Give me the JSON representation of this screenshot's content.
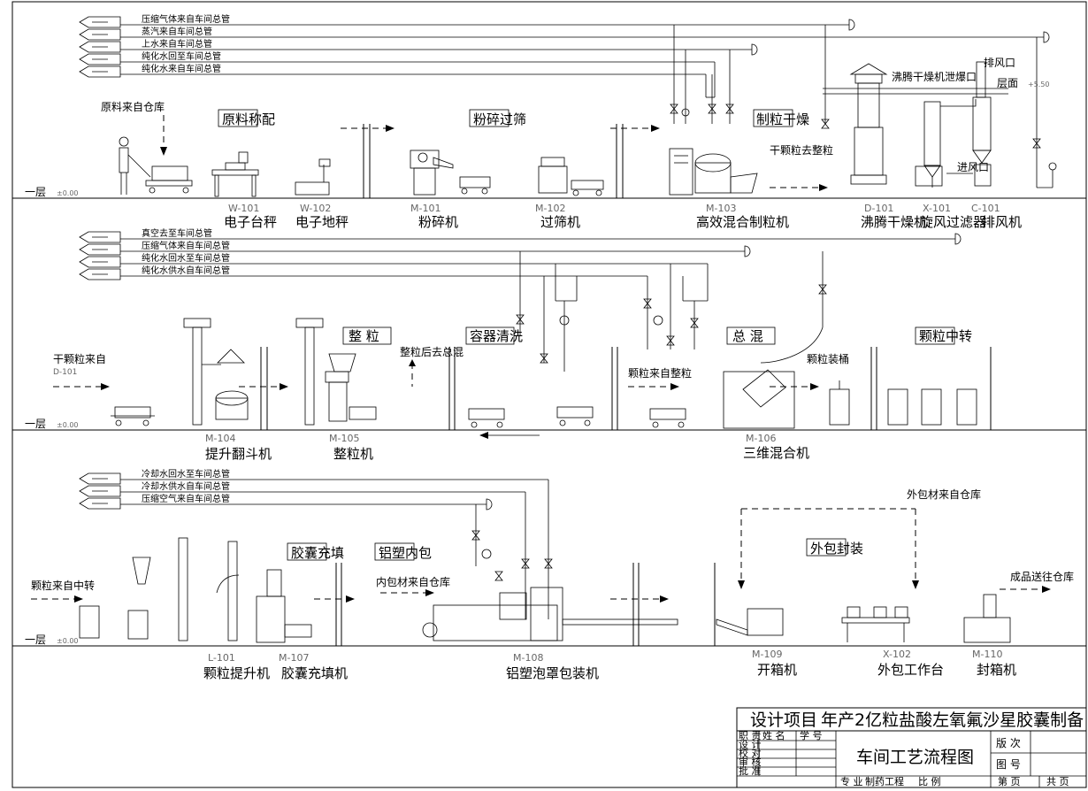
{
  "floor_label": "一层",
  "floor_elev": "±0.00",
  "roof": {
    "label": "层面",
    "elev": "+5.50"
  },
  "utility_lines": {
    "row1": [
      "压缩气体来自车间总管",
      "蒸汽来自车间总管",
      "上水来自车间总管",
      "纯化水回至车间总管",
      "纯化水来自车间总管"
    ],
    "row2": [
      "真空去至车间总管",
      "压缩气体来自车间总管",
      "纯化水回水至车间总管",
      "纯化水供水自车间总管"
    ],
    "row3": [
      "冷却水回水至车间总管",
      "冷却水供水自车间总管",
      "压缩空气来自车间总管"
    ]
  },
  "sections": {
    "yuanliao": "原料称配",
    "fensui": "粉碎过筛",
    "zhili": "制粒干燥",
    "zhengli": "整  粒",
    "rongqi": "容器清洗",
    "zonghun": "总  混",
    "zhongzhuan": "颗粒中转",
    "jiaonang": "胶囊充填",
    "lvsu": "铝塑内包",
    "waibao": "外包封装"
  },
  "notes": {
    "raw_from_store": "原料来自仓库",
    "vent_top": "排风口",
    "dryer_vent": "沸腾干燥机泄爆口",
    "dry_granule_out": "干颗粒去整粒",
    "air_in": "进风口",
    "dry_granule_from": "干颗粒来自",
    "dry_granule_code": "D-101",
    "to_mix": "整粒后去总混",
    "granule_from_zl": "颗粒来自整粒",
    "granule_bucket": "颗粒装桶",
    "granule_from_zz": "颗粒来自中转",
    "inner_pack_from": "内包材来自仓库",
    "outer_pack_from": "外包材来自仓库",
    "product_to": "成品送往仓库"
  },
  "equipment": {
    "row1": [
      {
        "code": "W-101",
        "name": "电子台秤"
      },
      {
        "code": "W-102",
        "name": "电子地秤"
      },
      {
        "code": "M-101",
        "name": "粉碎机"
      },
      {
        "code": "M-102",
        "name": "过筛机"
      },
      {
        "code": "M-103",
        "name": "高效混合制粒机"
      },
      {
        "code": "D-101",
        "name": "沸腾干燥机"
      },
      {
        "code": "X-101",
        "name": "旋风过滤器"
      },
      {
        "code": "C-101",
        "name": "排风机"
      }
    ],
    "row2": [
      {
        "code": "M-104",
        "name": "提升翻斗机"
      },
      {
        "code": "M-105",
        "name": "整粒机"
      },
      {
        "code": "M-106",
        "name": "三维混合机"
      }
    ],
    "row3": [
      {
        "code": "L-101",
        "name": "颗粒提升机"
      },
      {
        "code": "M-107",
        "name": "胶囊充填机"
      },
      {
        "code": "M-108",
        "name": "铝塑泡罩包装机"
      },
      {
        "code": "M-109",
        "name": "开箱机"
      },
      {
        "code": "X-102",
        "name": "外包工作台"
      },
      {
        "code": "M-110",
        "name": "封箱机"
      }
    ]
  },
  "title_block": {
    "project_label": "设计项目",
    "project": "年产2亿粒盐酸左氧氟沙星胶囊制备",
    "drawing_title": "车间工艺流程图",
    "col_role": "职  责",
    "col_name": "姓  名",
    "col_id": "学  号",
    "roles": [
      "设  计",
      "校  对",
      "审  核",
      "批  准"
    ],
    "version": "版  次",
    "drawing_no": "图  号",
    "major": "专  业",
    "major_value": "制药工程",
    "scale": "比  例",
    "page": "第  页",
    "total": "共  页"
  }
}
